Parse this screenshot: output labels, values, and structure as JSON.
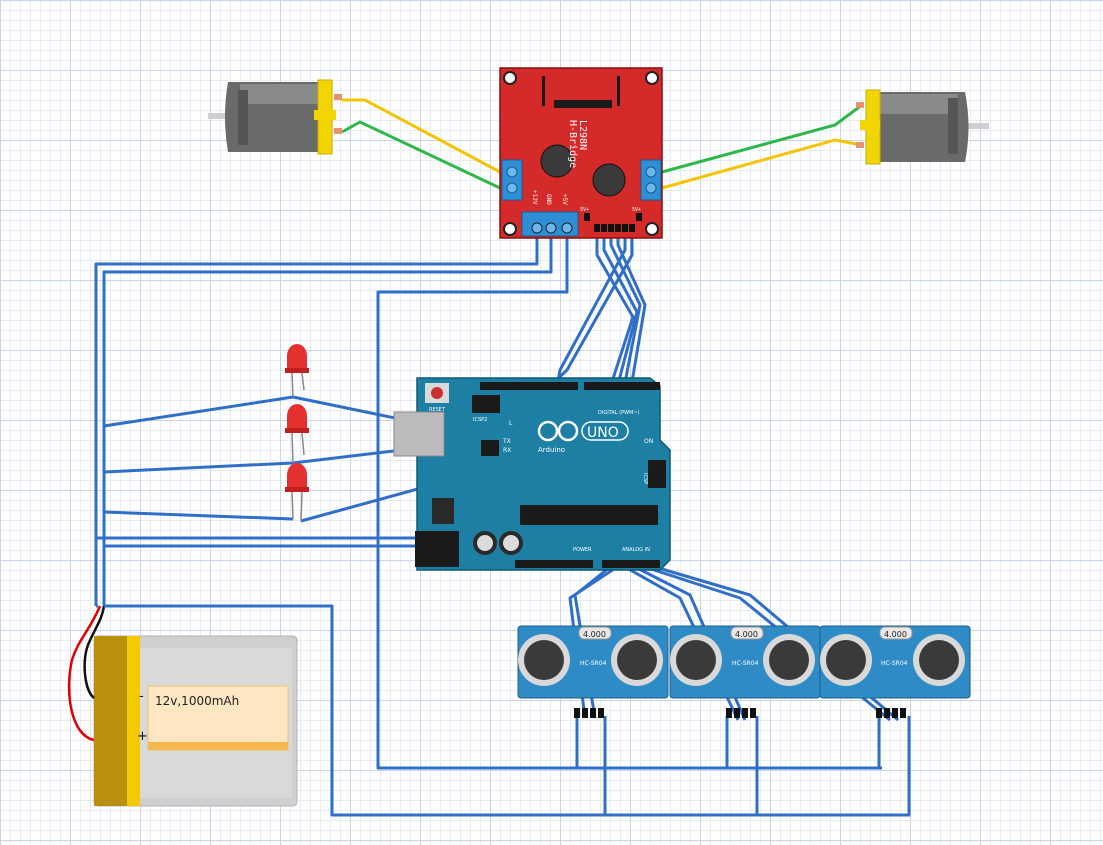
{
  "battery": {
    "label": "12v,1000mAh",
    "plus": "+",
    "minus": "-"
  },
  "hbridge": {
    "name": "L298N",
    "subtitle": "H-Bridge",
    "pin_12v": "+12V",
    "pin_gnd": "GND",
    "pin_5v": "+5V",
    "jumper_a": "5V+",
    "jumper_b": "5V+"
  },
  "arduino": {
    "reset": "RESET",
    "icsp2": "ICSP2",
    "logo": "UNO",
    "brand": "Arduino",
    "on": "ON",
    "tx": "TX",
    "rx": "RX",
    "l": "L",
    "digital": "DIGITAL (PWM~)",
    "power": "POWER",
    "analog": "ANALOG IN",
    "icsp": "ICSP"
  },
  "sensors": [
    {
      "model": "HC-SR04",
      "crystal": "4.000"
    },
    {
      "model": "HC-SR04",
      "crystal": "4.000"
    },
    {
      "model": "HC-SR04",
      "crystal": "4.000"
    }
  ],
  "colors": {
    "wire_blue": "#2f6fc9",
    "wire_yellow": "#f5c400",
    "wire_green": "#2db84a",
    "wire_red": "#e00000",
    "arduino_teal": "#1d7fa3",
    "hbridge_red": "#d42a2a",
    "sensor_blue": "#2f8bc5",
    "led_red": "#e53030"
  }
}
